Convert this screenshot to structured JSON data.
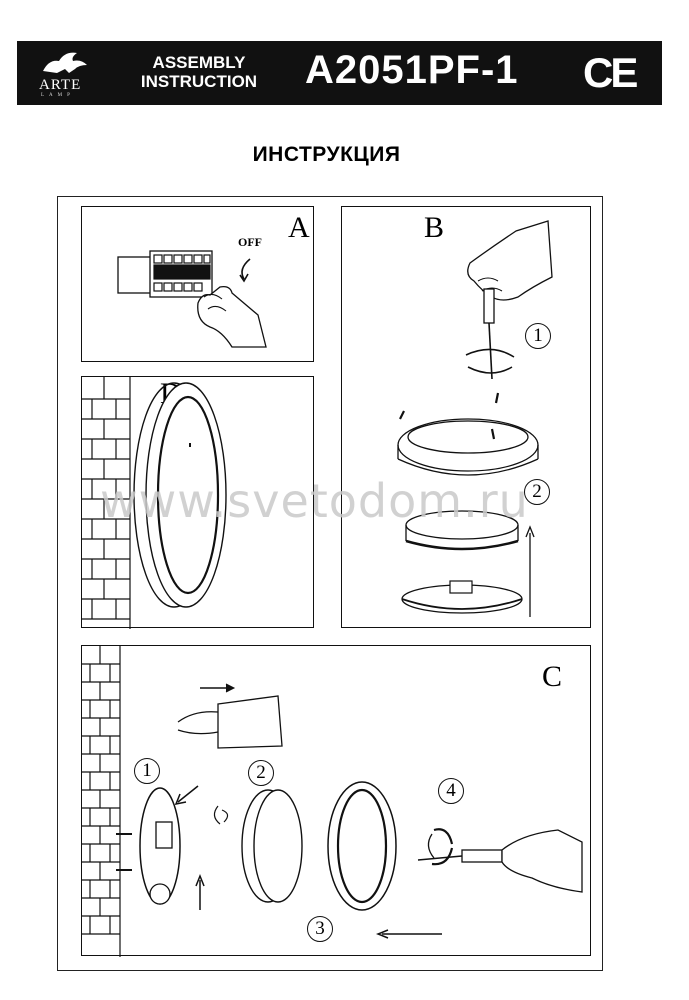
{
  "header": {
    "logo_text": "ARTE",
    "logo_sub": "LAMP",
    "title": "ASSEMBLY INSTRUCTION",
    "model": "A2051PF-1",
    "ce_mark": "CE"
  },
  "document_title": "ИНСТРУКЦИЯ",
  "watermark": "www.svetodom.ru",
  "panels": {
    "a": {
      "label": "A",
      "off_text": "OFF"
    },
    "b": {
      "label": "B",
      "steps": [
        "1",
        "2"
      ]
    },
    "c": {
      "label": "C",
      "steps": [
        "1",
        "2",
        "3",
        "4"
      ]
    },
    "d": {
      "label": "D"
    }
  },
  "colors": {
    "header_bg": "#111111",
    "line": "#111111",
    "watermark": "#c9c9c9"
  }
}
